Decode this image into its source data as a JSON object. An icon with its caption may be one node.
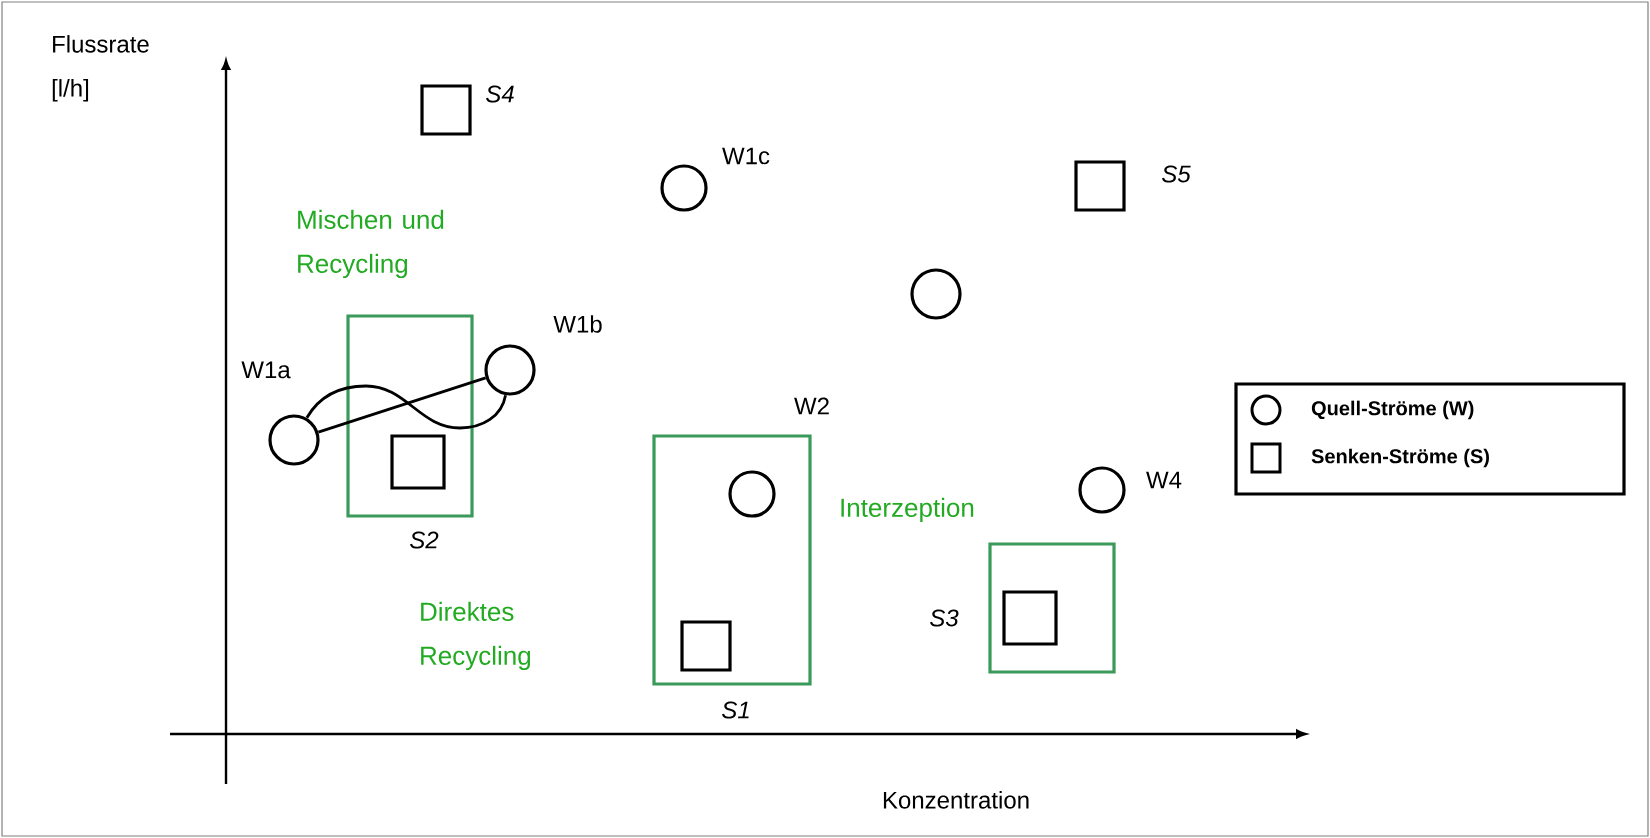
{
  "diagram": {
    "nodes": [
      {
        "text": [],
        "shape": "box",
        "beside": [
          "S4"
        ]
      },
      {
        "text": [],
        "shape": "circle",
        "beside": [
          "W1c"
        ]
      },
      {
        "text": [],
        "shape": "box",
        "beside": [
          "S5"
        ]
      },
      {
        "text": [],
        "shape": "box",
        "beside": [
          "Mischen und Recycling"
        ]
      },
      {
        "text": [],
        "shape": "circle",
        "beside": [
          "W1b"
        ]
      },
      {
        "text": [],
        "shape": "circle"
      },
      {
        "text": [],
        "shape": "circle",
        "beside": [
          "W1a"
        ]
      },
      {
        "text": [],
        "shape": "box",
        "in": 3,
        "beside": [
          "S2"
        ]
      },
      {
        "text": [],
        "shape": "box"
      },
      {
        "text": [],
        "shape": "circle",
        "in": 8,
        "beside": [
          "W2"
        ]
      },
      {
        "text": [],
        "shape": "circle",
        "beside": [
          "W4"
        ]
      },
      {
        "text": [],
        "shape": "box",
        "beside": [
          "Interzeption"
        ]
      },
      {
        "text": [],
        "shape": "box",
        "in": 11,
        "beside": [
          "S3"
        ]
      },
      {
        "text": [],
        "shape": "box",
        "in": 8,
        "beside": [
          "S1"
        ]
      }
    ],
    "edges": [
      {
        "from": 6,
        "to": 4,
        "arrow": "none"
      },
      {
        "from": 6,
        "to": 4,
        "arrow": "none"
      }
    ],
    "labels": [
      "Flussrate [l/h]",
      "Direktes Recycling",
      "Konzentration"
    ],
    "legend": [
      {
        "text": "Quell-Ströme (W)"
      },
      {
        "text": "Senken-Ströme (S)"
      }
    ]
  }
}
